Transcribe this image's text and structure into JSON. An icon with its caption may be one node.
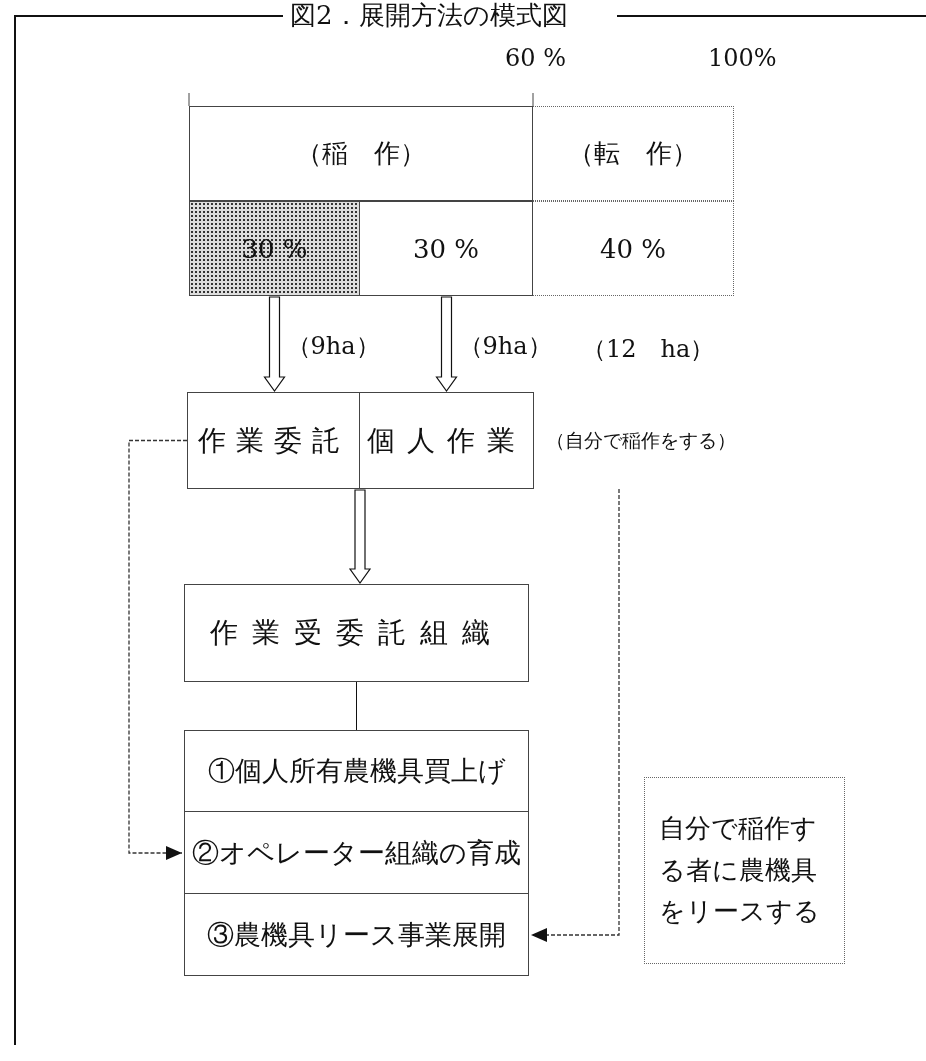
{
  "diagram": {
    "title": "図2．展開方法の模式図",
    "nodes": [
      {
        "text": [
          "（稲　作）"
        ]
      },
      {
        "text": [
          "（転　作）"
        ]
      },
      {
        "text": [
          "30 %"
        ]
      },
      {
        "text": [
          "30 %"
        ]
      },
      {
        "text": [
          "40 %"
        ]
      },
      {
        "text": [
          "作業委託"
        ]
      },
      {
        "text": [
          "個人作業"
        ],
        "beside": [
          "（自分で稲作をする）"
        ]
      },
      {
        "text": [
          "作業受委託組織"
        ]
      },
      {
        "text": [
          "①個人所有農機具買上げ"
        ]
      },
      {
        "text": [
          "②オペレーター組織の育成"
        ]
      },
      {
        "text": [
          "③農機具リース事業展開"
        ]
      },
      {
        "text": [
          "自分で稲作する者に農機具をリースする"
        ]
      }
    ],
    "edges": [
      {
        "from": 2,
        "to": 5,
        "arrow": "to",
        "label": "（9ha）"
      },
      {
        "from": 3,
        "to": 6,
        "arrow": "to",
        "label": "（9ha）"
      },
      {
        "from": 5,
        "to": 7,
        "arrow": "to"
      },
      {
        "from": 7,
        "to": 8,
        "arrow": "none"
      },
      {
        "from": 5,
        "to": 9,
        "arrow": "to",
        "style": "dashed"
      },
      {
        "from": 6,
        "to": 10,
        "arrow": "to",
        "style": "dashed"
      }
    ],
    "labels": [
      "60 %",
      "100%",
      "（12　ha）"
    ]
  }
}
